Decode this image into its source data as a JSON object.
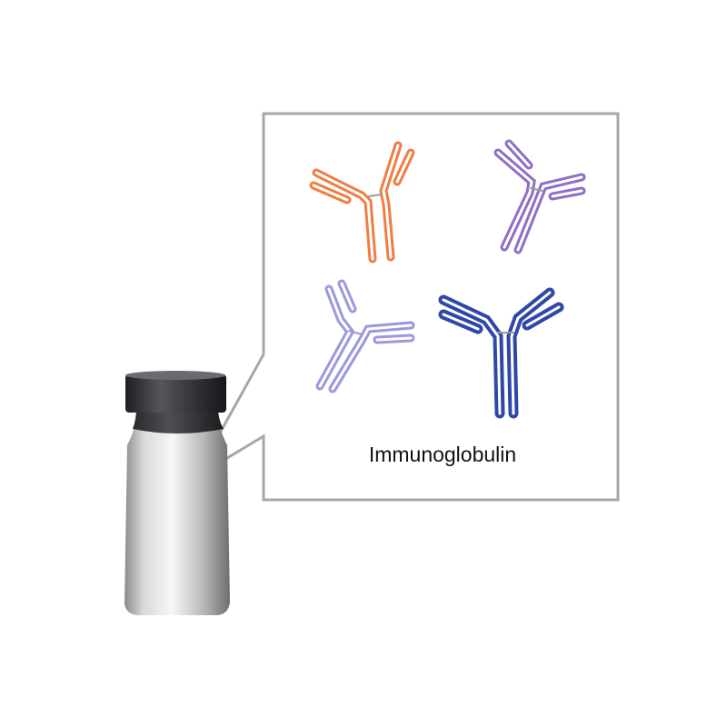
{
  "caption": "Immunoglobulin",
  "vial": {
    "cap_color": "#3a3a3e",
    "body_color": "#c8c8c8"
  },
  "callout": {
    "border_color": "#a7a7a7",
    "background": "#ffffff"
  },
  "antibodies": [
    {
      "name": "orange",
      "color": "#f07d43",
      "fill": "#ffffff"
    },
    {
      "name": "purple",
      "color": "#8f6fc6",
      "fill": "#ffffff"
    },
    {
      "name": "lavender",
      "color": "#9b98dc",
      "fill": "#ffffff"
    },
    {
      "name": "blue",
      "color": "#2f48a8",
      "fill": "#ffffff"
    }
  ],
  "disulfide_color": "#9a9a9a"
}
